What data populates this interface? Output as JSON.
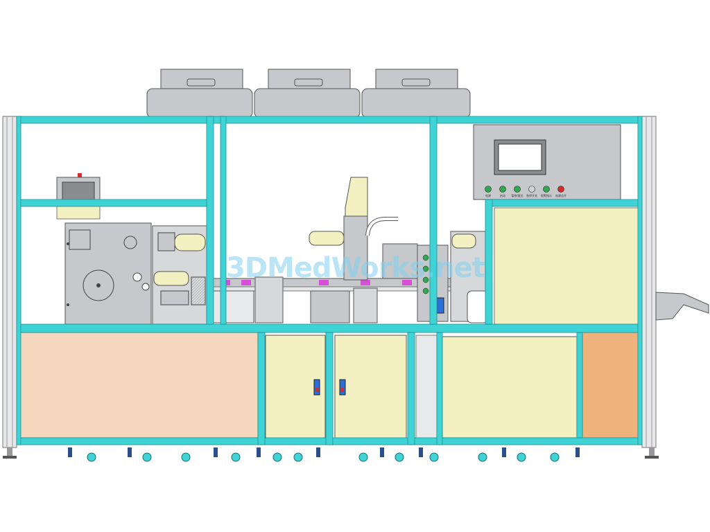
{
  "watermark": "3DMedWorks.net",
  "control_panel": {
    "buttons": [
      {
        "label": "电源",
        "color": "#2fa84f"
      },
      {
        "label": "启动",
        "color": "#2fa84f"
      },
      {
        "label": "暂停/复位",
        "color": "#2fa84f"
      },
      {
        "label": "急停开关",
        "color": "#cfd3d6"
      },
      {
        "label": "报警指示",
        "color": "#2fa84f"
      },
      {
        "label": "电源总开",
        "color": "#d62b2b"
      }
    ]
  },
  "colors": {
    "frame": "#3fd3d6",
    "steel": "#c6c8cb",
    "panel_yellow": "#f3f0c1",
    "panel_peach": "#f5d7bd",
    "panel_orange": "#f0b27c",
    "handle": "#2b6fd6",
    "accent_magenta": "#d64fd6"
  }
}
